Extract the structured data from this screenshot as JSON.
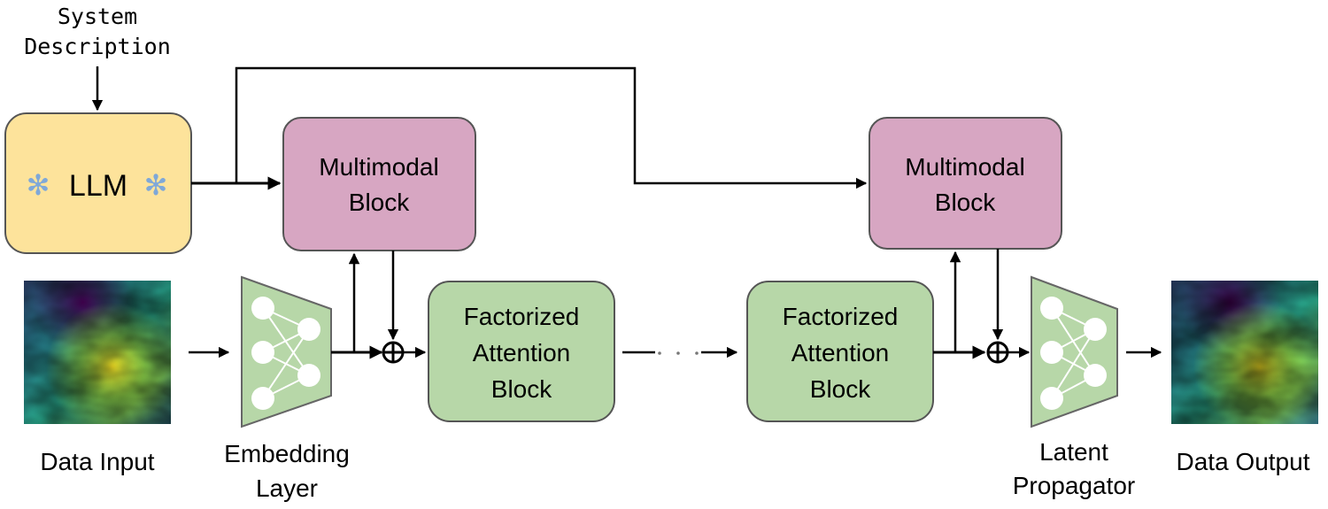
{
  "system_description": [
    "System",
    "Description"
  ],
  "llm": {
    "label": "LLM",
    "sparkle": "✻"
  },
  "multimodal_block_1": [
    "Multimodal",
    "Block"
  ],
  "multimodal_block_2": [
    "Multimodal",
    "Block"
  ],
  "attention_block_1": [
    "Factorized",
    "Attention",
    "Block"
  ],
  "attention_block_2": [
    "Factorized",
    "Attention",
    "Block"
  ],
  "embedding_layer": [
    "Embedding",
    "Layer"
  ],
  "latent_propagator": [
    "Latent",
    "Propagator"
  ],
  "data_input": "Data Input",
  "data_output": "Data Output",
  "colors": {
    "llm_fill": "#fde39b",
    "multimodal_fill": "#d7a6c2",
    "attention_fill": "#b7d7a8",
    "trapezoid_fill": "#b7d7a8",
    "sparkle": "#7fa8d8",
    "arrow": "#000000"
  }
}
